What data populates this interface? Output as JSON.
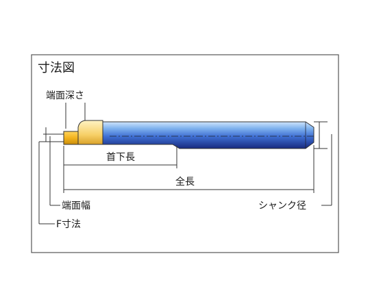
{
  "diagram": {
    "title": "寸法図",
    "labels": {
      "end_face_depth": "端面深さ",
      "under_neck_length": "首下長",
      "overall_length": "全長",
      "end_face_width": "端面幅",
      "f_dimension": "F寸法",
      "shank_diameter": "シャンク径"
    },
    "colors": {
      "frame": "#555555",
      "tool_body_light": "#9fc7f3",
      "tool_body_dark": "#1f3fa6",
      "insert": "#f0b21c",
      "dimension_line": "#333333"
    }
  }
}
